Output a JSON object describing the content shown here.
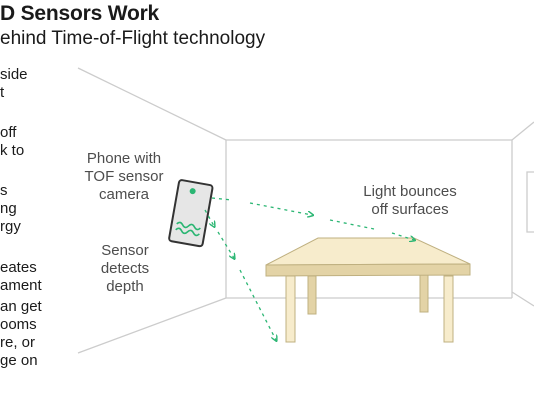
{
  "header": {
    "title": "D Sensors Work",
    "subtitle": "ehind Time-of-Flight technology"
  },
  "sidebar_notes": [
    "side\nt",
    "off\nk to",
    "s\nng\nrgy",
    "eates\nament",
    "an get\nooms\nre, or\nge on"
  ],
  "labels": {
    "phone": "Phone with\nTOF sensor\ncamera",
    "sensor": "Sensor\ndetects\ndepth",
    "bounce": "Light bounces\noff surfaces"
  },
  "colors": {
    "line": "#cccccc",
    "table_top": "#f7eccc",
    "table_edge": "#e3d3a6",
    "table_outline": "#bfb080",
    "phone_body": "#e6e6e6",
    "phone_outline": "#333333",
    "signal": "#2bb673"
  }
}
